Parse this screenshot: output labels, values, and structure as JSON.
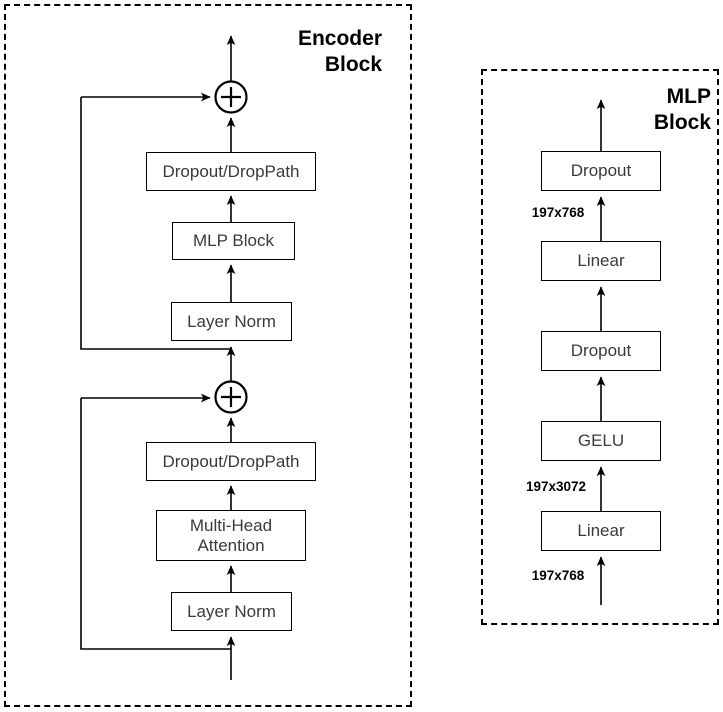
{
  "diagram": {
    "title_encoder": "Encoder\nBlock",
    "title_mlp": "MLP\nBlock",
    "stroke_color": "#000000",
    "box_text_color": "#3a3a3a",
    "background": "#ffffff"
  },
  "encoder_block": {
    "label": "Encoder\nBlock",
    "nodes": [
      {
        "id": "enc-dropout-droppath-top",
        "label": "Dropout/DropPath"
      },
      {
        "id": "enc-mlp-block",
        "label": "MLP Block"
      },
      {
        "id": "enc-layer-norm-top",
        "label": "Layer Norm"
      },
      {
        "id": "enc-dropout-droppath-bottom",
        "label": "Dropout/DropPath"
      },
      {
        "id": "enc-multi-head-attention",
        "label": "Multi-Head\nAttention"
      },
      {
        "id": "enc-layer-norm-bottom",
        "label": "Layer Norm"
      }
    ],
    "operators": [
      {
        "id": "enc-add-top",
        "symbol": "+"
      },
      {
        "id": "enc-add-bottom",
        "symbol": "+"
      }
    ]
  },
  "mlp_block": {
    "label": "MLP\nBlock",
    "nodes": [
      {
        "id": "mlp-dropout-top",
        "label": "Dropout"
      },
      {
        "id": "mlp-linear-top",
        "label": "Linear"
      },
      {
        "id": "mlp-dropout-bottom",
        "label": "Dropout"
      },
      {
        "id": "mlp-gelu",
        "label": "GELU"
      },
      {
        "id": "mlp-linear-bottom",
        "label": "Linear"
      }
    ],
    "edge_labels": [
      {
        "id": "mlp-shape-out",
        "text": "197x768"
      },
      {
        "id": "mlp-shape-hidden",
        "text": "197x3072"
      },
      {
        "id": "mlp-shape-in",
        "text": "197x768"
      }
    ]
  }
}
